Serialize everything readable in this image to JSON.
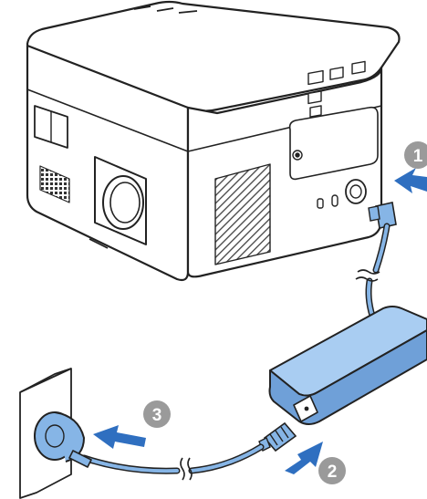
{
  "steps": [
    {
      "number": "1"
    },
    {
      "number": "2"
    },
    {
      "number": "3"
    }
  ],
  "colors": {
    "outline": "#222222",
    "accent_blue": "#86b5e6",
    "arrow_blue": "#2f6fc0",
    "step_gray": "#9a9a9a",
    "hatch_gray": "#555555"
  },
  "icons": [
    "projector",
    "ac-adapter",
    "power-cord",
    "wall-outlet",
    "arrow",
    "step-marker"
  ]
}
